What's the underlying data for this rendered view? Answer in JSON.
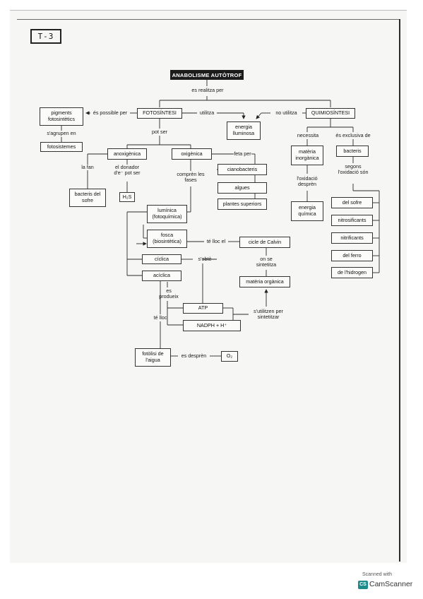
{
  "page_tag": "T-3",
  "title": "ANABOLISME AUTÒTROF",
  "nodes": {
    "fotosintesi": "FOTOSÍNTESI",
    "quimiosintesi": "QUIMIOSÍNTESI",
    "pigments": "pigments fotosintètics",
    "fotosistemes": "fotosistemes",
    "energia_lluminosa": "energia lluminosa",
    "anoxigenica": "anoxigènica",
    "oxigenica": "oxigènica",
    "bacteris_sofre": "bacteris del sofre",
    "h2s": "H₂S",
    "cianobacteris": "cianobacteris",
    "algues": "algues",
    "plantes_superiors": "plantes superiors",
    "luminica": "lumínica (fotoquímica)",
    "fosca": "fosca (biosintètica)",
    "ciclica": "cíclica",
    "aciclica": "acíclica",
    "cicle_calvin": "cicle de Calvin",
    "materia_organica": "matèria orgànica",
    "atp": "ATP",
    "nadph": "NADPH + H⁺",
    "fotolisi": "fotòlisi de l'aigua",
    "o2": "O₂",
    "materia_inorganica": "matèria inorgànica",
    "energia_quimica": "energia química",
    "bacteris": "bacteris",
    "del_sofre": "del sofre",
    "nitrosificants": "nitrosificants",
    "nitrificants": "nitrificants",
    "del_ferro": "del ferro",
    "de_lhidrogen": "de l'hidrogen"
  },
  "links": {
    "es_realitza_per": "es realitza per",
    "es_possible_per": "és possible per",
    "utilitza": "utilitza",
    "no_utilitza": "no utilitza",
    "sagrupen_en": "s'agrupen en",
    "pot_ser": "pot ser",
    "la_fan": "la fan",
    "el_donador": "el donador d'e⁻ pot ser",
    "compren_les_fases": "comprèn les fases",
    "feta_per": "feta per",
    "te_lloc_el": "té lloc el",
    "sobte": "s'obtè",
    "on_se_sintetitza": "on se sintetitza",
    "es_produeix": "es produeix",
    "sutilitzen": "s'utilitzen per sintetitzar",
    "te_lloc": "té lloc",
    "es_despren": "es desprèn",
    "necessita": "necessita",
    "es_exclusiva_de": "és exclusiva de",
    "loxidacio_despren": "l'oxidació desprèn",
    "segons_loxidacio": "segons l'oxidació són"
  },
  "badge": {
    "scanned_with": "Scanned with",
    "logo": "CS",
    "app": "CamScanner"
  }
}
